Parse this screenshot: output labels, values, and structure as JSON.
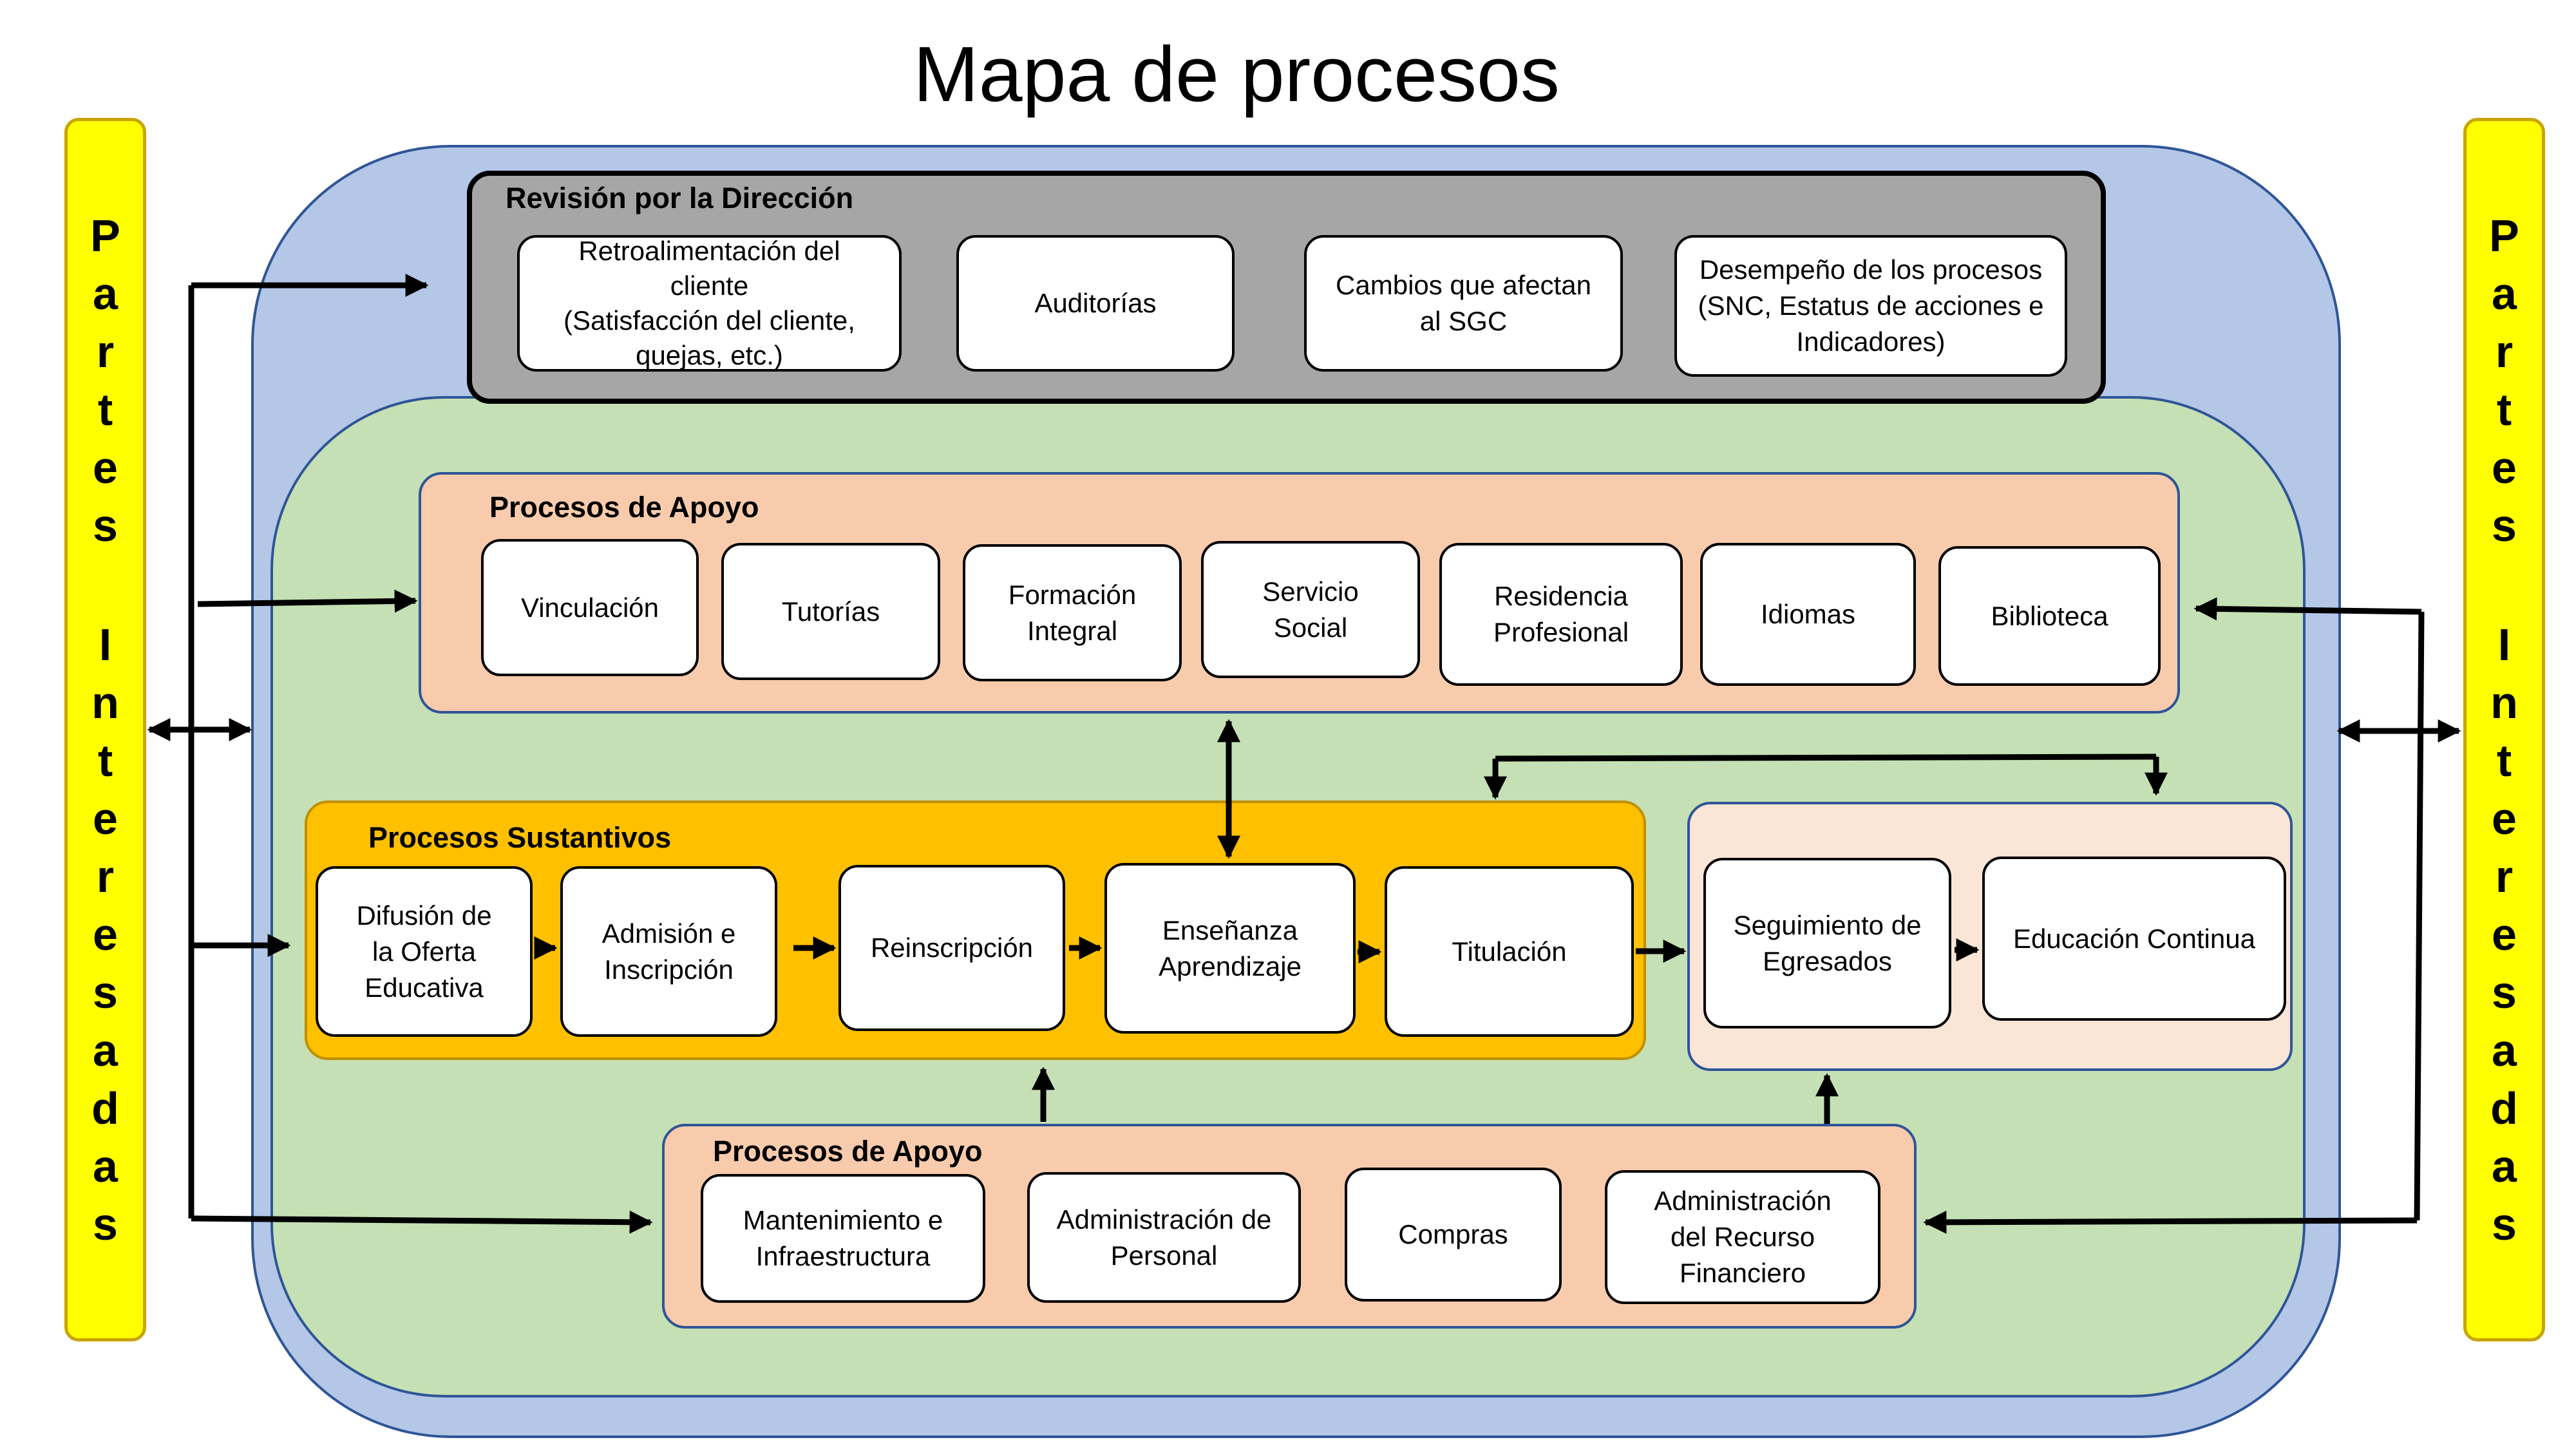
{
  "title": "Mapa de procesos",
  "sides": {
    "left": {
      "line1": [
        "P",
        "a",
        "r",
        "t",
        "e",
        "s"
      ],
      "line2": [
        "I",
        "n",
        "t",
        "e",
        "r",
        "e",
        "s",
        "a",
        "d",
        "a",
        "s"
      ]
    },
    "right": {
      "line1": [
        "P",
        "a",
        "r",
        "t",
        "e",
        "s"
      ],
      "line2": [
        "I",
        "n",
        "t",
        "e",
        "r",
        "e",
        "s",
        "a",
        "d",
        "a",
        "s"
      ]
    }
  },
  "revision": {
    "label": "Revisión por la Dirección",
    "items": [
      "Retroalimentación del\ncliente\n(Satisfacción del cliente,\nquejas, etc.)",
      "Auditorías",
      "Cambios que afectan\nal SGC",
      "Desempeño de los procesos\n(SNC, Estatus de acciones e\nIndicadores)"
    ]
  },
  "apoyo_top": {
    "label": "Procesos de Apoyo",
    "items": [
      "Vinculación",
      "Tutorías",
      "Formación\nIntegral",
      "Servicio\nSocial",
      "Residencia\nProfesional",
      "Idiomas",
      "Biblioteca"
    ]
  },
  "sustantivos": {
    "label": "Procesos Sustantivos",
    "items": [
      "Difusión de\nla Oferta\nEducativa",
      "Admisión e\nInscripción",
      "Reinscripción",
      "Enseñanza\nAprendizaje",
      "Titulación"
    ]
  },
  "egresados": {
    "items": [
      "Seguimiento de\nEgresados",
      "Educación Continua"
    ]
  },
  "apoyo_bottom": {
    "label": "Procesos de Apoyo",
    "items": [
      "Mantenimiento e\nInfraestructura",
      "Administración de\nPersonal",
      "Compras",
      "Administración\ndel Recurso\nFinanciero"
    ]
  },
  "colors": {
    "side_fill": "#ffff00",
    "outer_fill": "#b4c7e7",
    "inner_fill": "#c5e0b4",
    "revision_fill": "#a6a6a6",
    "apoyo_fill": "#f8cbad",
    "sustantivos_fill": "#ffc000",
    "egresados_fill": "#fbe5d6"
  }
}
